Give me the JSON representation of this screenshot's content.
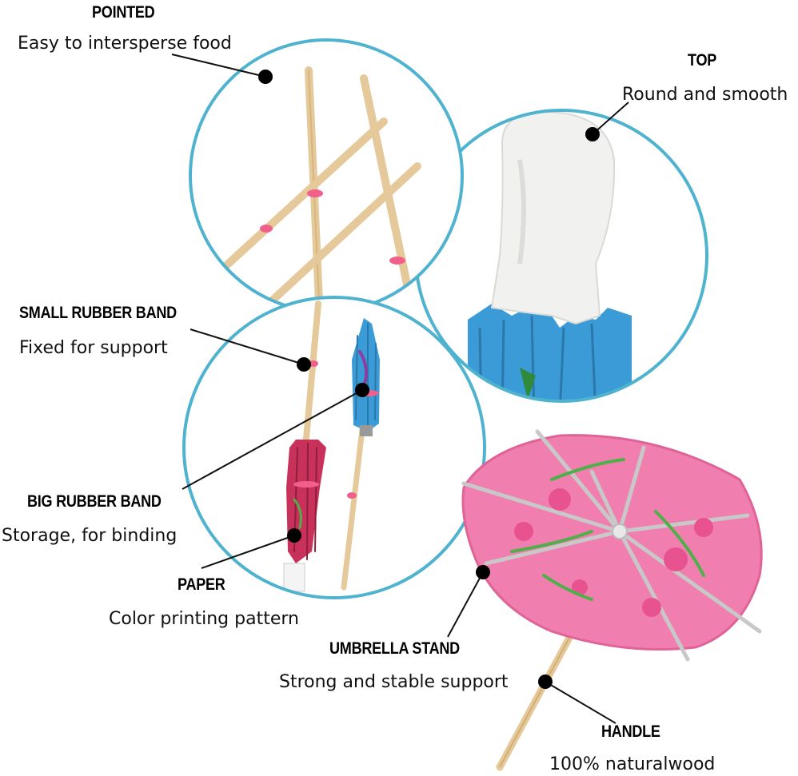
{
  "callouts": {
    "pointed": {
      "title": "POINTED",
      "desc": "Easy to intersperse food"
    },
    "top": {
      "title": "TOP",
      "desc": "Round and smooth"
    },
    "small_band": {
      "title": "SMALL RUBBER BAND",
      "desc": "Fixed for support"
    },
    "big_band": {
      "title": "BIG RUBBER BAND",
      "desc": "Storage, for binding"
    },
    "paper": {
      "title": "PAPER",
      "desc": "Color printing pattern"
    },
    "stand": {
      "title": "UMBRELLA STAND",
      "desc": "Strong and stable support"
    },
    "handle": {
      "title": "HANDLE",
      "desc": "100% naturalwood"
    }
  },
  "colors": {
    "circle_border": "#4fb3cf",
    "wood": "#e6c99a",
    "rubber_band": "#f0608a",
    "umbrella_pink": "#f07fb0",
    "umbrella_red": "#c8325a",
    "umbrella_blue": "#3a9bd6",
    "leaf_green": "#4fb04a"
  }
}
